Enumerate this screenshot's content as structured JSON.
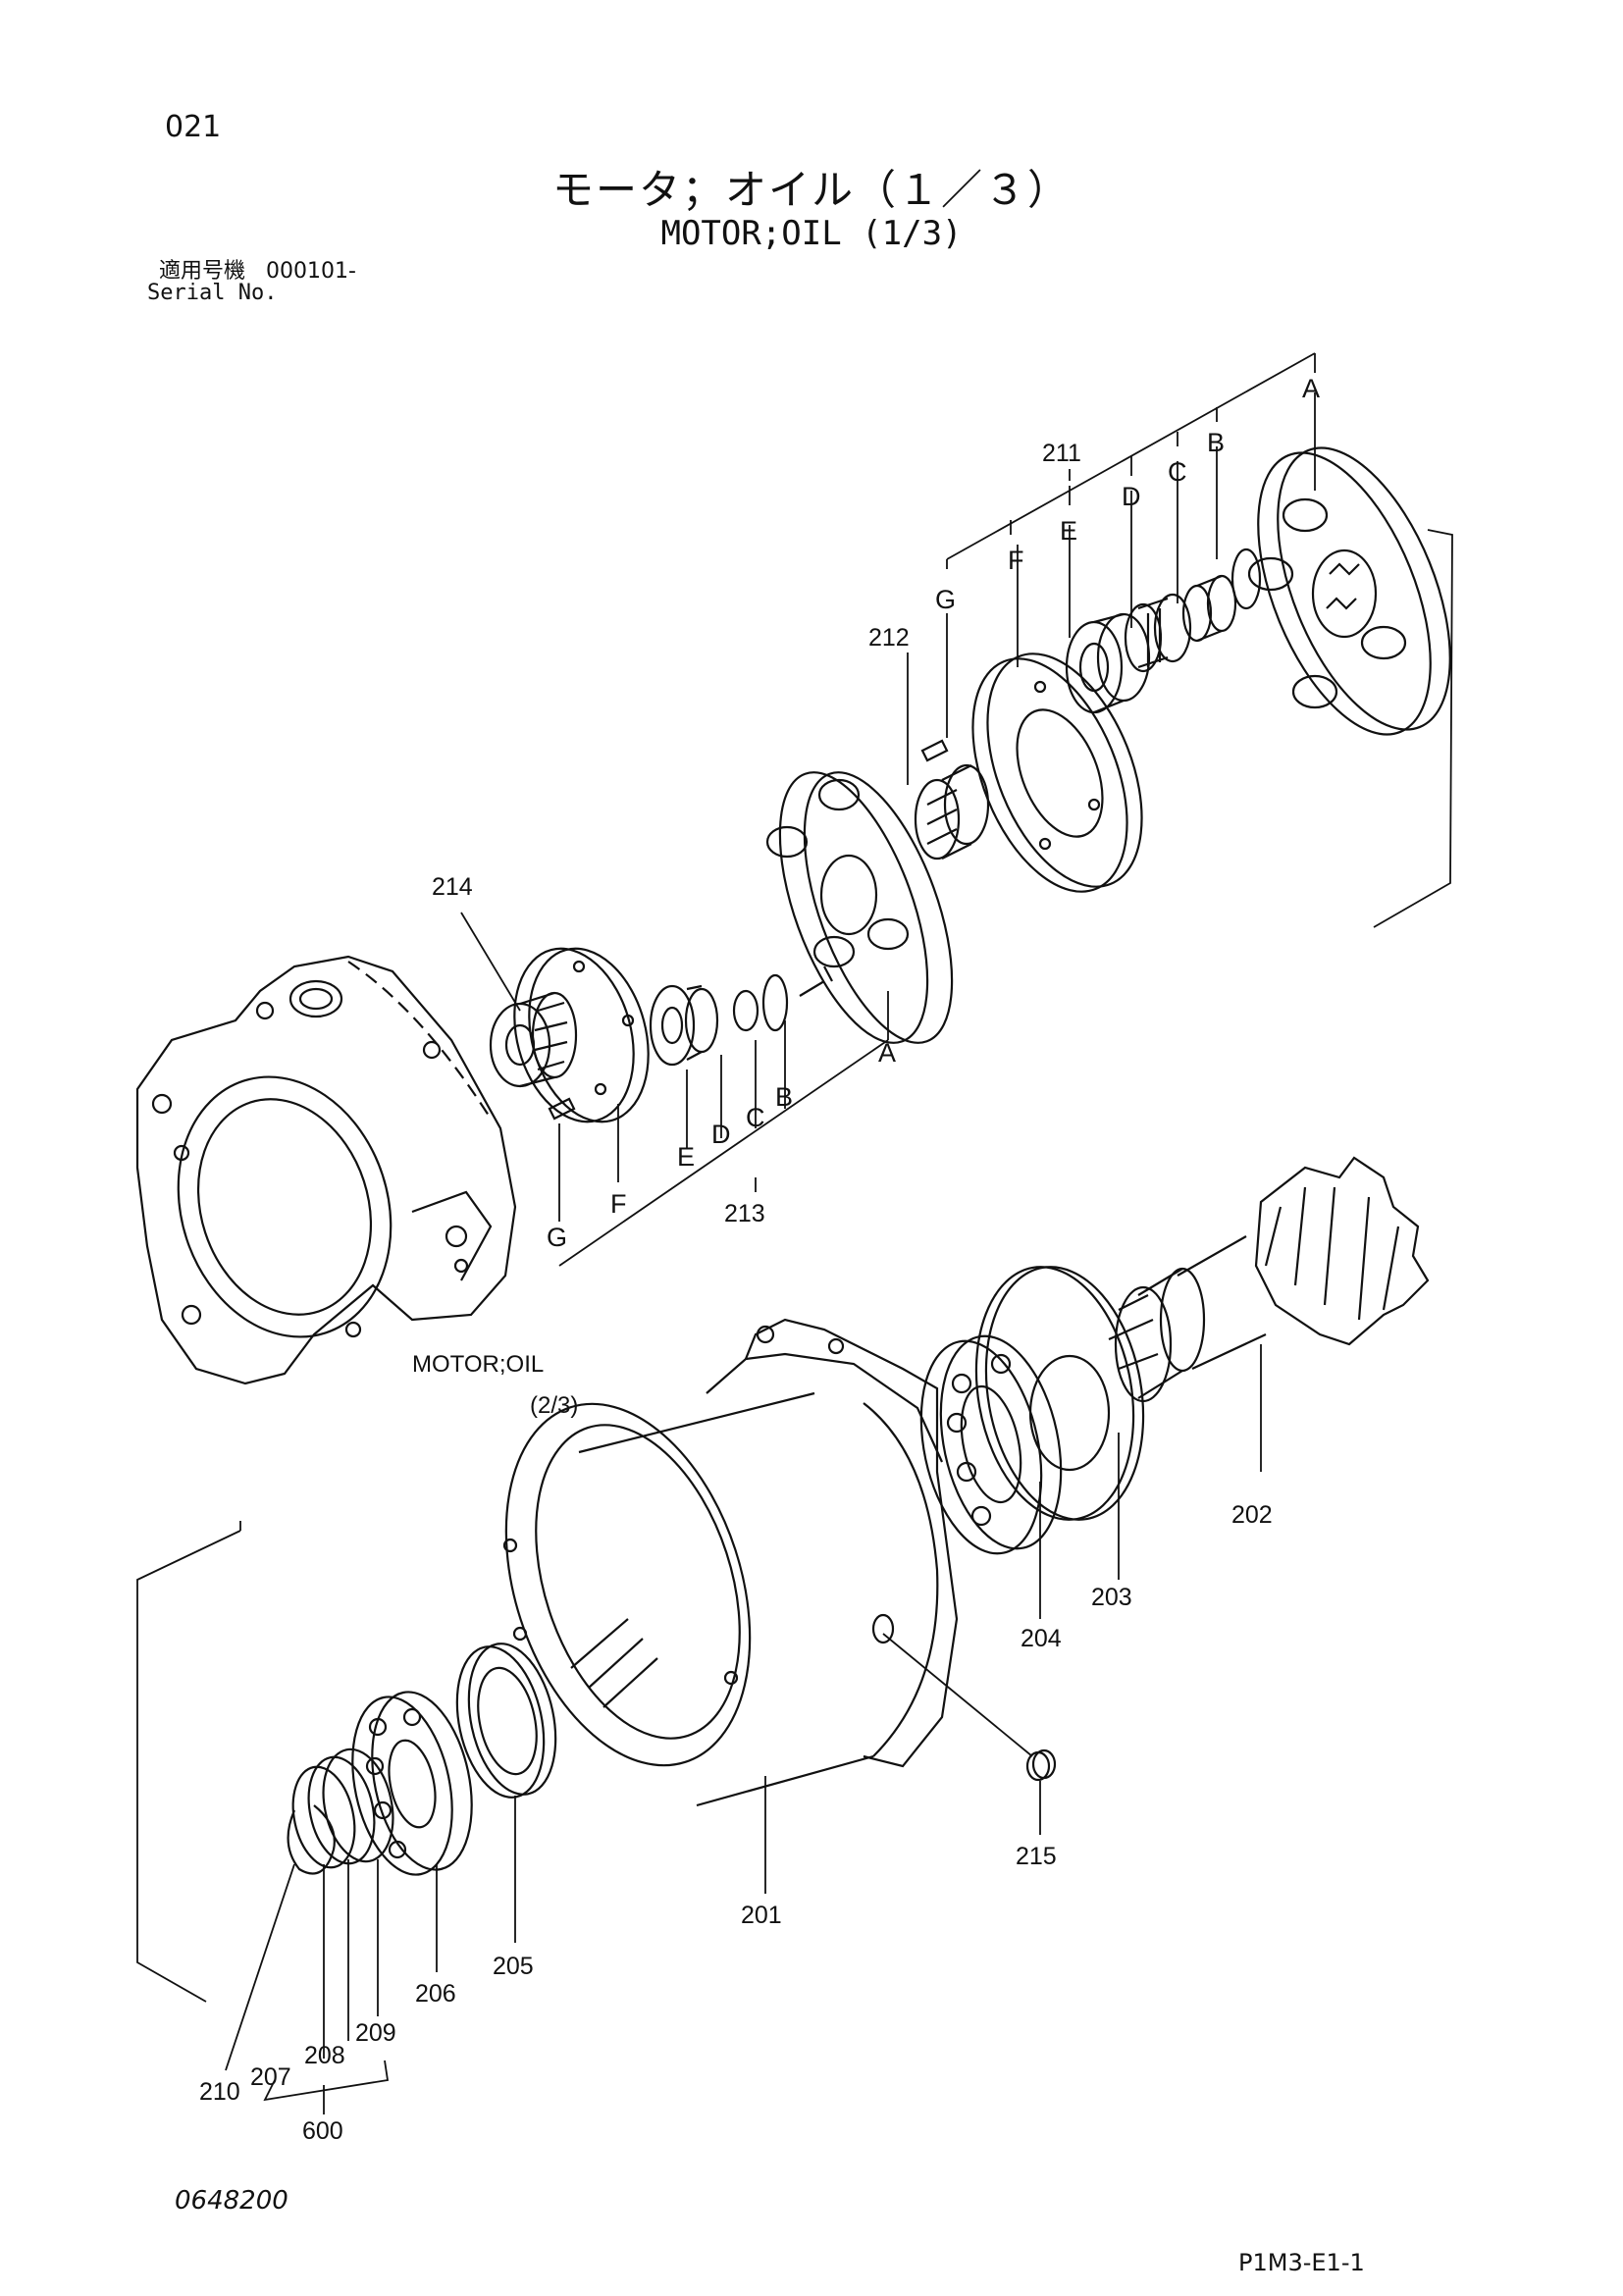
{
  "header": {
    "page_number": "021",
    "title_jp": "モータ；オイル（１／３）",
    "title_en": "MOTOR;OIL (1/3)",
    "serial_label_jp": "適用号機",
    "serial_value": "000101-",
    "serial_label_en": "Serial No."
  },
  "footer": {
    "doc_code": "0648200",
    "figure_code": "P1M3-E1-1"
  },
  "diagram": {
    "callouts": [
      "201",
      "202",
      "203",
      "204",
      "205",
      "206",
      "207",
      "208",
      "209",
      "210",
      "211",
      "212",
      "213",
      "214",
      "215",
      "600"
    ],
    "letter_labels": [
      "A",
      "B",
      "C",
      "D",
      "E",
      "F",
      "G"
    ],
    "cross_reference": {
      "line1": "MOTOR;OIL",
      "line2": "(2/3)"
    }
  }
}
